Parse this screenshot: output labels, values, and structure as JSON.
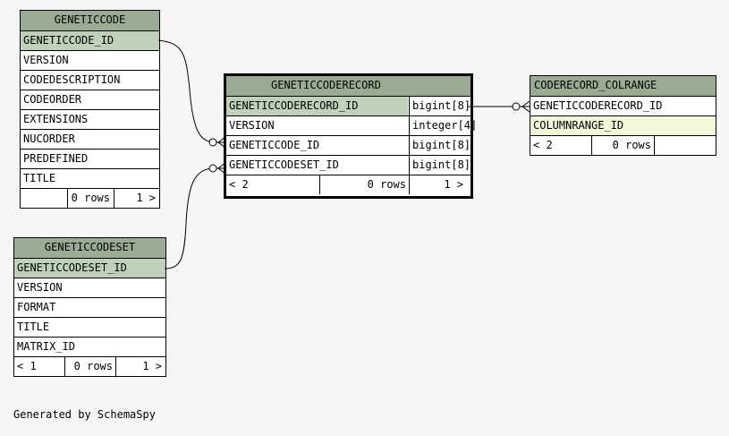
{
  "tables": {
    "geneticcode": {
      "title": "GENETICCODE",
      "columns": [
        "GENETICCODE_ID",
        "VERSION",
        "CODEDESCRIPTION",
        "CODEORDER",
        "EXTENSIONS",
        "NUCORDER",
        "PREDEFINED",
        "TITLE"
      ],
      "footer": {
        "left": "",
        "rows": "0 rows",
        "right": "1 >"
      }
    },
    "geneticcodeset": {
      "title": "GENETICCODESET",
      "columns": [
        "GENETICCODESET_ID",
        "VERSION",
        "FORMAT",
        "TITLE",
        "MATRIX_ID"
      ],
      "footer": {
        "left": "< 1",
        "rows": "0 rows",
        "right": "1 >"
      }
    },
    "geneticcoderecord": {
      "title": "GENETICCODERECORD",
      "columns": [
        {
          "name": "GENETICCODERECORD_ID",
          "type": "bigint[8]"
        },
        {
          "name": "VERSION",
          "type": "integer[4]"
        },
        {
          "name": "GENETICCODE_ID",
          "type": "bigint[8]"
        },
        {
          "name": "GENETICCODESET_ID",
          "type": "bigint[8]"
        }
      ],
      "footer": {
        "left": "< 2",
        "rows": "0 rows",
        "right": "1 >"
      }
    },
    "coderecord_colrange": {
      "title": "CODERECORD_COLRANGE",
      "columns": [
        "GENETICCODERECORD_ID",
        "COLUMNRANGE_ID"
      ],
      "footer": {
        "left": "< 2",
        "rows": "0 rows",
        "right": ""
      }
    }
  },
  "colors": {
    "header": "#9aab93",
    "primary_key": "#bfd1b8",
    "unlinked_column": "#f4f7da",
    "background": "#f6f6f6"
  },
  "generated_by": "Generated by SchemaSpy"
}
